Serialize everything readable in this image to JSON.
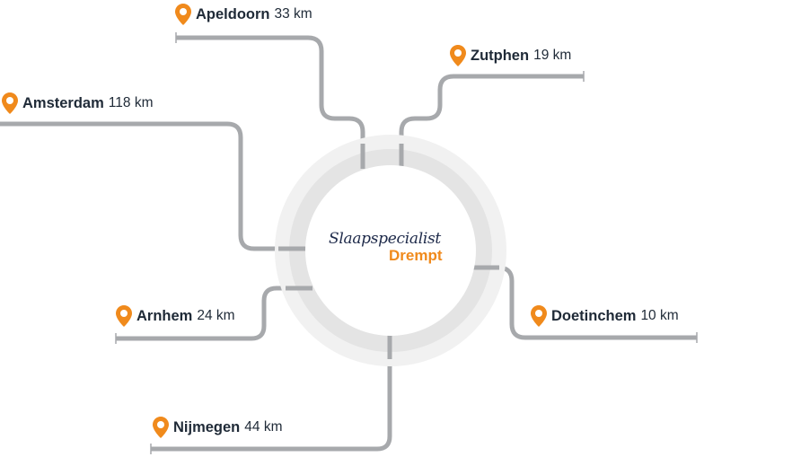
{
  "hub": {
    "script_name": "Slaapspecialist",
    "town": "Drempt",
    "accent_color": "#f08a1c",
    "road_color": "#a7a9ac"
  },
  "cities": [
    {
      "name": "Apeldoorn",
      "distance": "33 km",
      "icon": "map-pin-icon"
    },
    {
      "name": "Zutphen",
      "distance": "19 km",
      "icon": "map-pin-icon"
    },
    {
      "name": "Amsterdam",
      "distance": "118 km",
      "icon": "map-pin-icon"
    },
    {
      "name": "Arnhem",
      "distance": "24 km",
      "icon": "map-pin-icon"
    },
    {
      "name": "Doetinchem",
      "distance": "10 km",
      "icon": "map-pin-icon"
    },
    {
      "name": "Nijmegen",
      "distance": "44 km",
      "icon": "map-pin-icon"
    }
  ]
}
